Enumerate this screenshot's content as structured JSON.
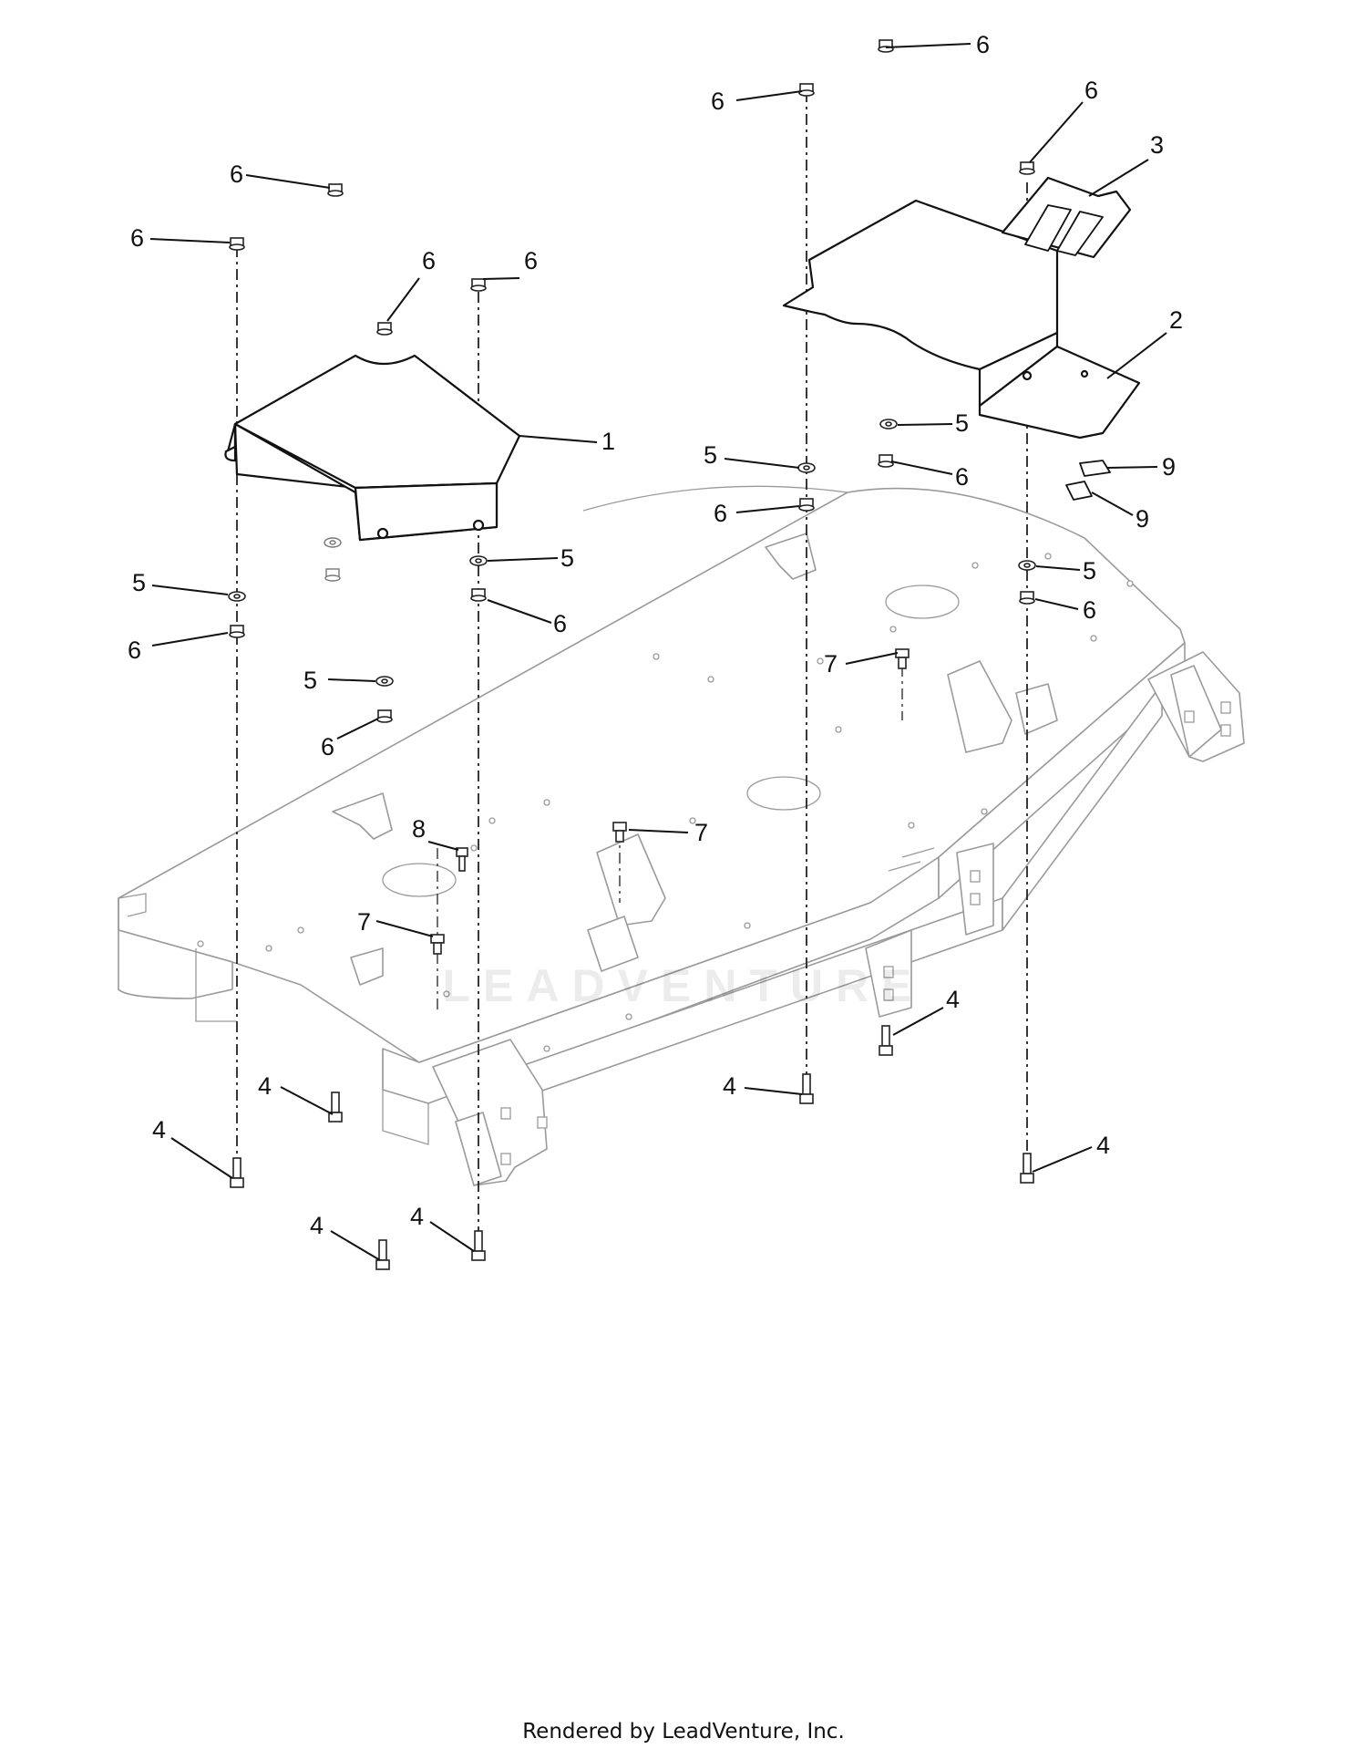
{
  "watermark": "LEADVENTURE",
  "footer": "Rendered by LeadVenture, Inc.",
  "callouts": [
    {
      "id": "c01",
      "label": "6"
    },
    {
      "id": "c02",
      "label": "6"
    },
    {
      "id": "c03",
      "label": "6"
    },
    {
      "id": "c04",
      "label": "3"
    },
    {
      "id": "c05",
      "label": "6"
    },
    {
      "id": "c06",
      "label": "6"
    },
    {
      "id": "c07",
      "label": "6"
    },
    {
      "id": "c08",
      "label": "6"
    },
    {
      "id": "c09",
      "label": "2"
    },
    {
      "id": "c10",
      "label": "1"
    },
    {
      "id": "c11",
      "label": "5"
    },
    {
      "id": "c12",
      "label": "5"
    },
    {
      "id": "c13",
      "label": "6"
    },
    {
      "id": "c14",
      "label": "9"
    },
    {
      "id": "c15",
      "label": "6"
    },
    {
      "id": "c16",
      "label": "9"
    },
    {
      "id": "c17",
      "label": "5"
    },
    {
      "id": "c18",
      "label": "5"
    },
    {
      "id": "c19",
      "label": "5"
    },
    {
      "id": "c20",
      "label": "6"
    },
    {
      "id": "c21",
      "label": "6"
    },
    {
      "id": "c22",
      "label": "6"
    },
    {
      "id": "c23",
      "label": "7"
    },
    {
      "id": "c24",
      "label": "5"
    },
    {
      "id": "c25",
      "label": "6"
    },
    {
      "id": "c26",
      "label": "8"
    },
    {
      "id": "c27",
      "label": "7"
    },
    {
      "id": "c28",
      "label": "7"
    },
    {
      "id": "c29",
      "label": "4"
    },
    {
      "id": "c30",
      "label": "4"
    },
    {
      "id": "c31",
      "label": "4"
    },
    {
      "id": "c32",
      "label": "4"
    },
    {
      "id": "c33",
      "label": "4"
    },
    {
      "id": "c34",
      "label": "4"
    },
    {
      "id": "c35",
      "label": "4"
    }
  ]
}
